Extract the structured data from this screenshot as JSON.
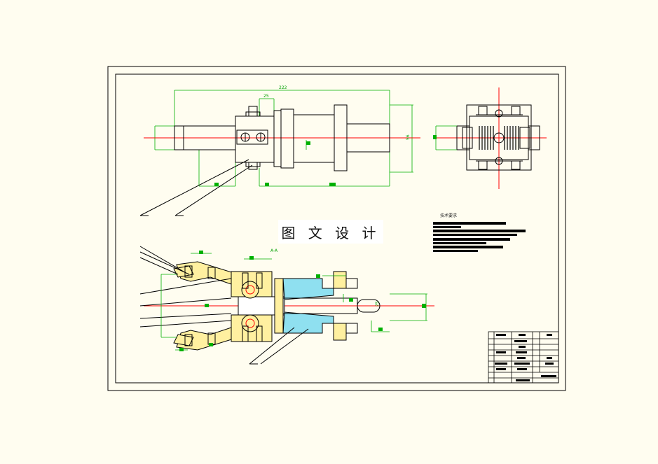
{
  "watermark": {
    "text": "图 文 设 计"
  },
  "technical_notes": {
    "title": "技术要求"
  },
  "dimensions": {
    "overall_length": "222",
    "top_small": "25",
    "height_right": "56",
    "section_label": "A-A",
    "hole_dim": "25"
  },
  "colors": {
    "paper": "#fffdf0",
    "outline": "#000000",
    "centerline": "#ff0000",
    "dimension": "#00b000",
    "hatch": "#00a0c0",
    "part_fill": "#fff0a0"
  }
}
